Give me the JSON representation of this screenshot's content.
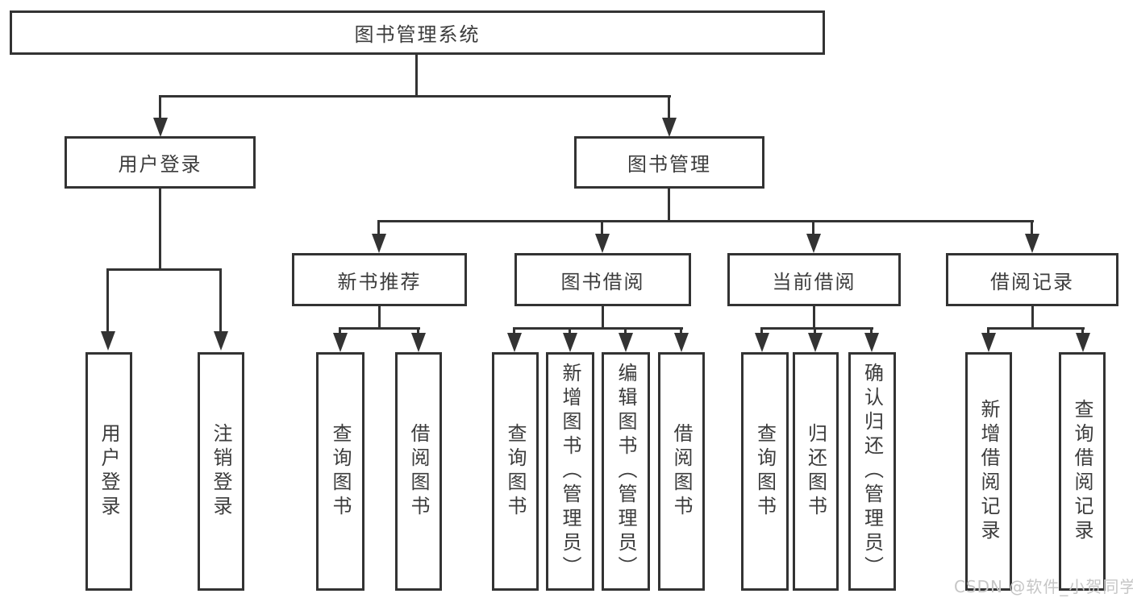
{
  "diagram": {
    "root": {
      "label": "图书管理系统"
    },
    "branches": [
      {
        "label": "用户登录",
        "children": [
          {
            "label": "用户登录"
          },
          {
            "label": "注销登录"
          }
        ]
      },
      {
        "label": "图书管理",
        "children": [
          {
            "label": "新书推荐",
            "children": [
              {
                "label": "查询图书"
              },
              {
                "label": "借阅图书"
              }
            ]
          },
          {
            "label": "图书借阅",
            "children": [
              {
                "label": "查询图书"
              },
              {
                "label": "新增图书（管理员）"
              },
              {
                "label": "编辑图书（管理员）"
              },
              {
                "label": "借阅图书"
              }
            ]
          },
          {
            "label": "当前借阅",
            "children": [
              {
                "label": "查询图书"
              },
              {
                "label": "归还图书"
              },
              {
                "label": "确认归还（管理员）"
              }
            ]
          },
          {
            "label": "借阅记录",
            "children": [
              {
                "label": "新增借阅记录"
              },
              {
                "label": "查询借阅记录"
              }
            ]
          }
        ]
      }
    ]
  },
  "watermark": {
    "text": "CSDN @软件_小贺同学"
  },
  "colors": {
    "line": "#333333",
    "text": "#3c3c3c",
    "watermark": "#c6c6c6",
    "background": "#ffffff"
  }
}
